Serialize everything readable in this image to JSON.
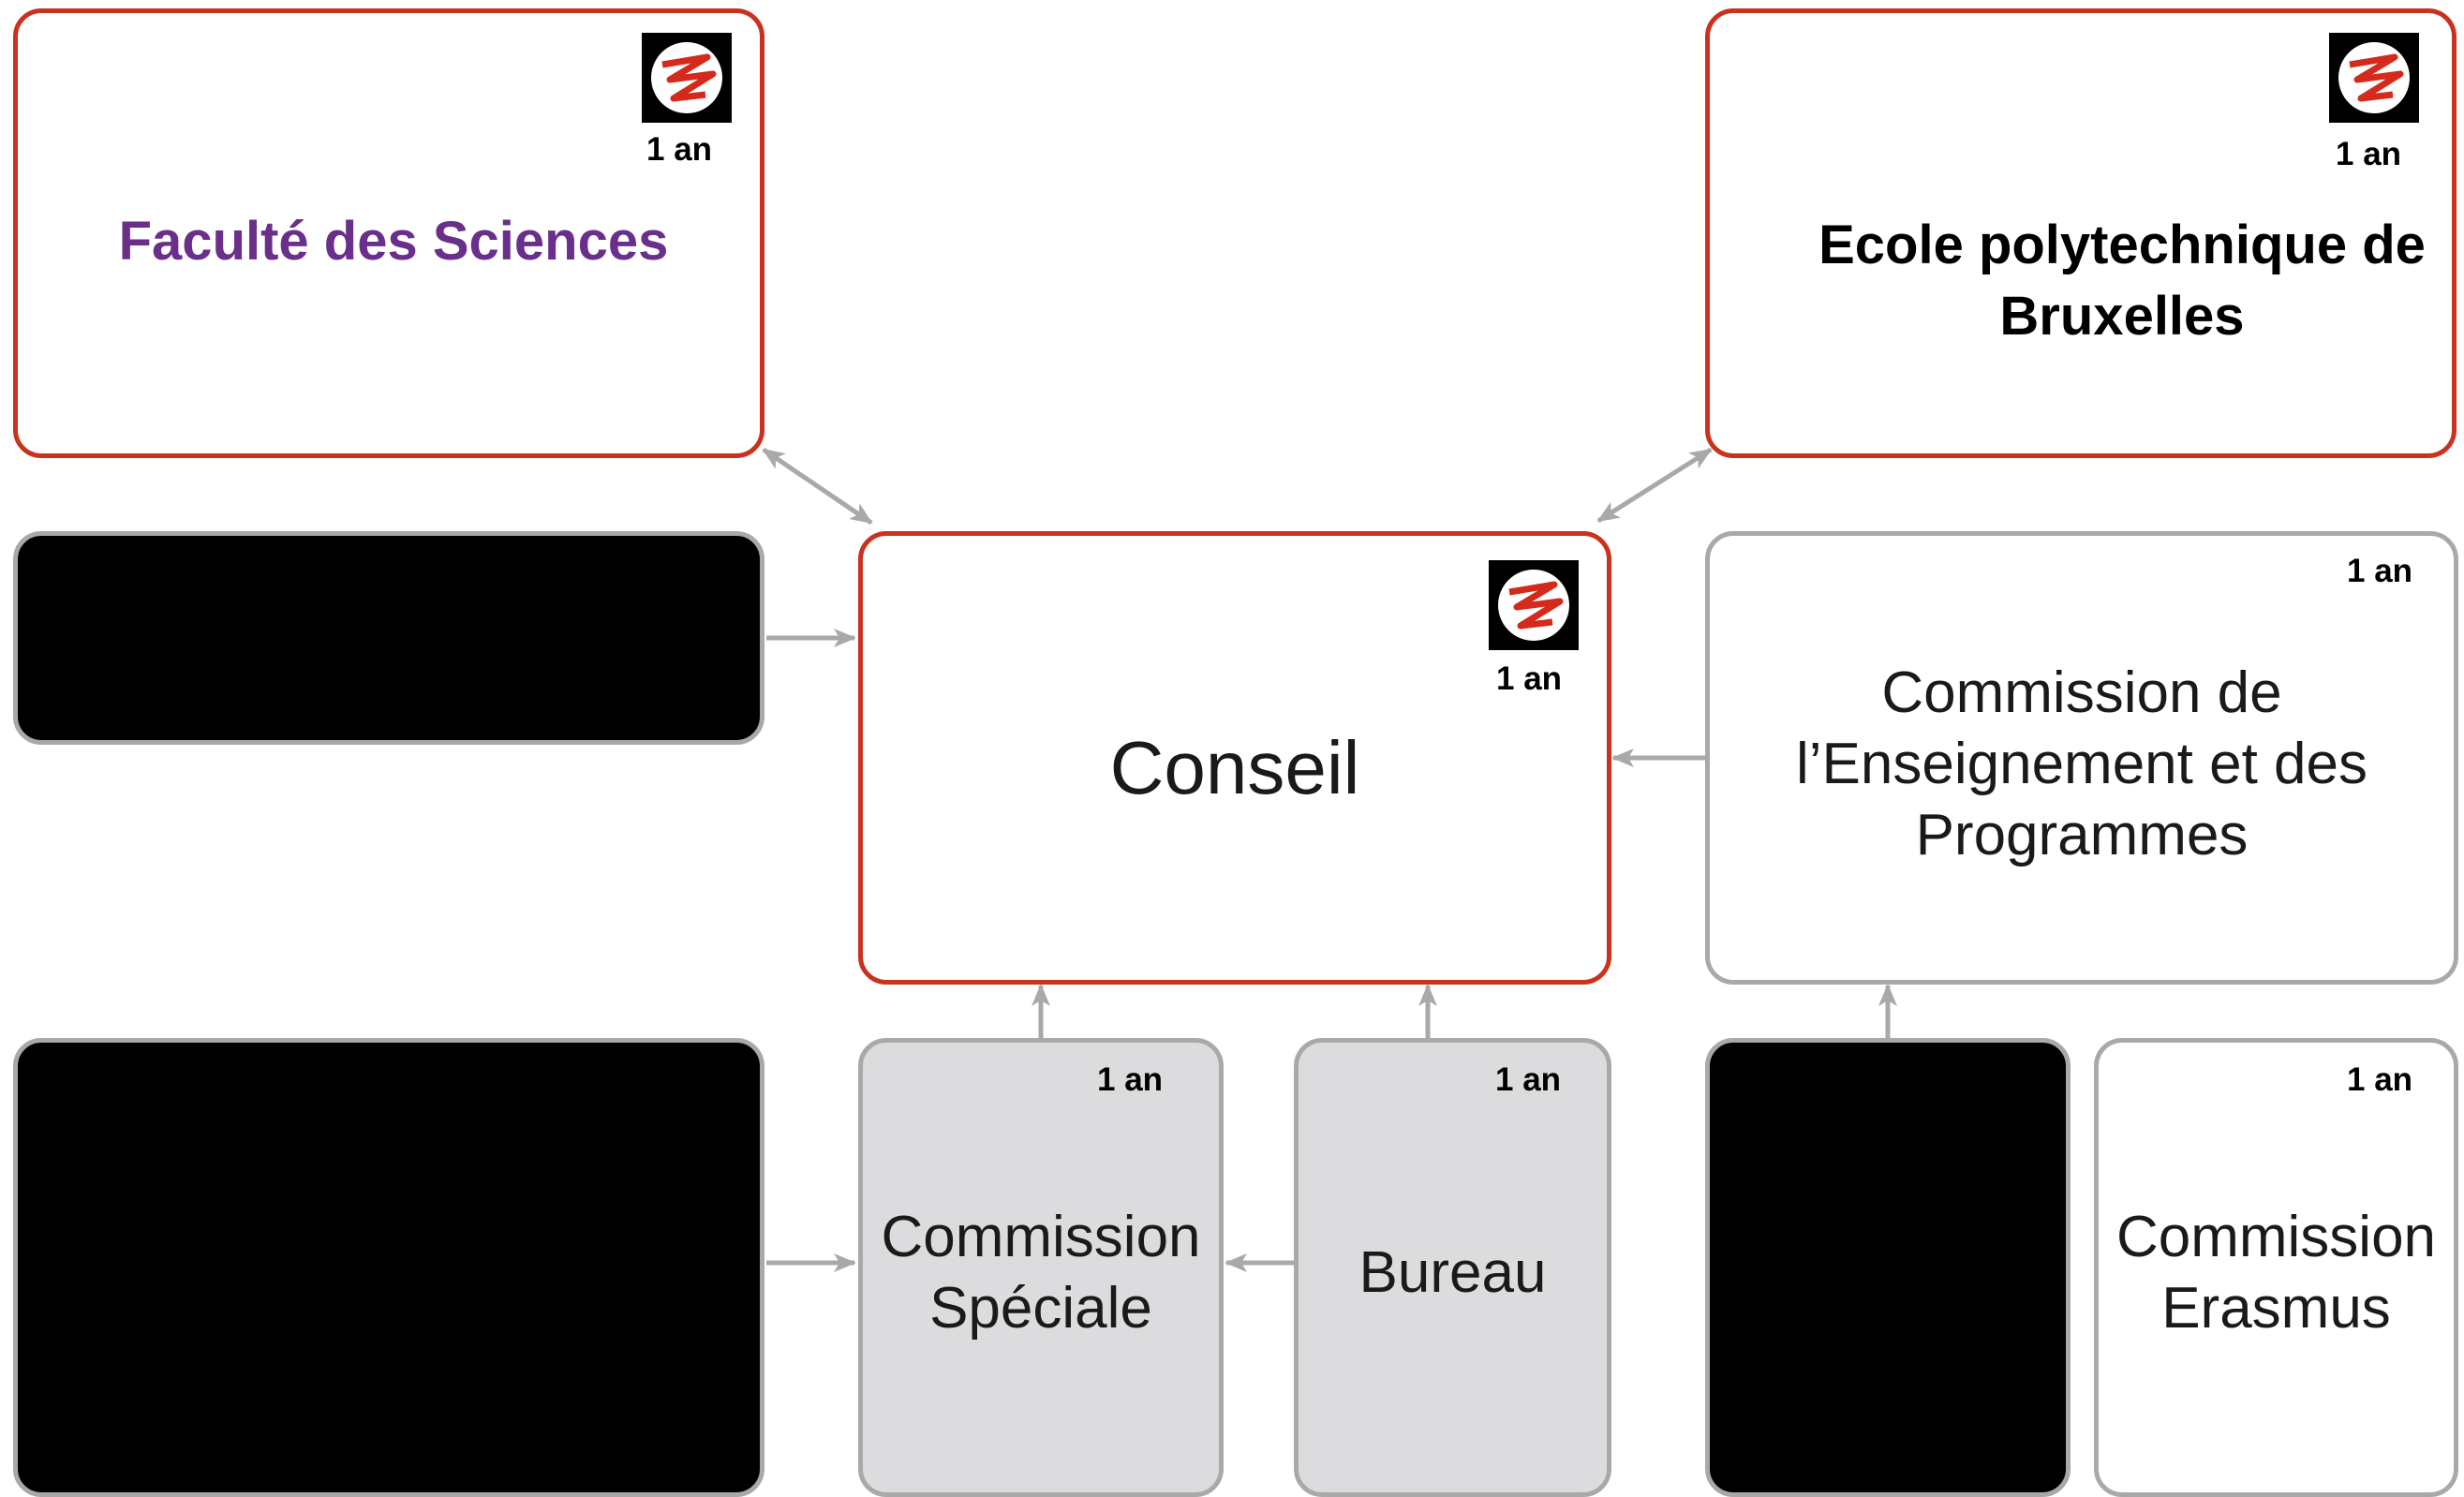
{
  "colors": {
    "accent_red": "#c8321e",
    "box_grey": "#a9a9a9",
    "shaded_fill": "#dcdcde",
    "purple_text": "#6a2f8a",
    "arrow_grey": "#a9a9a9"
  },
  "logo_icon": "red-scribble-emblem-icon",
  "boxes": {
    "faculte": {
      "title": "Faculté des Sciences",
      "duration": "1 an"
    },
    "ecole": {
      "title": "Ecole polytechnique de Bruxelles",
      "duration": "1 an"
    },
    "conseil": {
      "title": "Conseil",
      "duration": "1 an"
    },
    "commission_enseignement": {
      "title_lines": [
        "Commission de",
        "l’Enseignement et des",
        "Programmes"
      ],
      "duration": "1 an"
    },
    "commission_speciale": {
      "title_lines": [
        "Commission",
        "Spéciale"
      ],
      "duration": "1 an"
    },
    "bureau": {
      "title": "Bureau",
      "duration": "1 an"
    },
    "commission_erasmus": {
      "title_lines": [
        "Commission",
        "Erasmus"
      ],
      "duration": "1 an"
    }
  }
}
